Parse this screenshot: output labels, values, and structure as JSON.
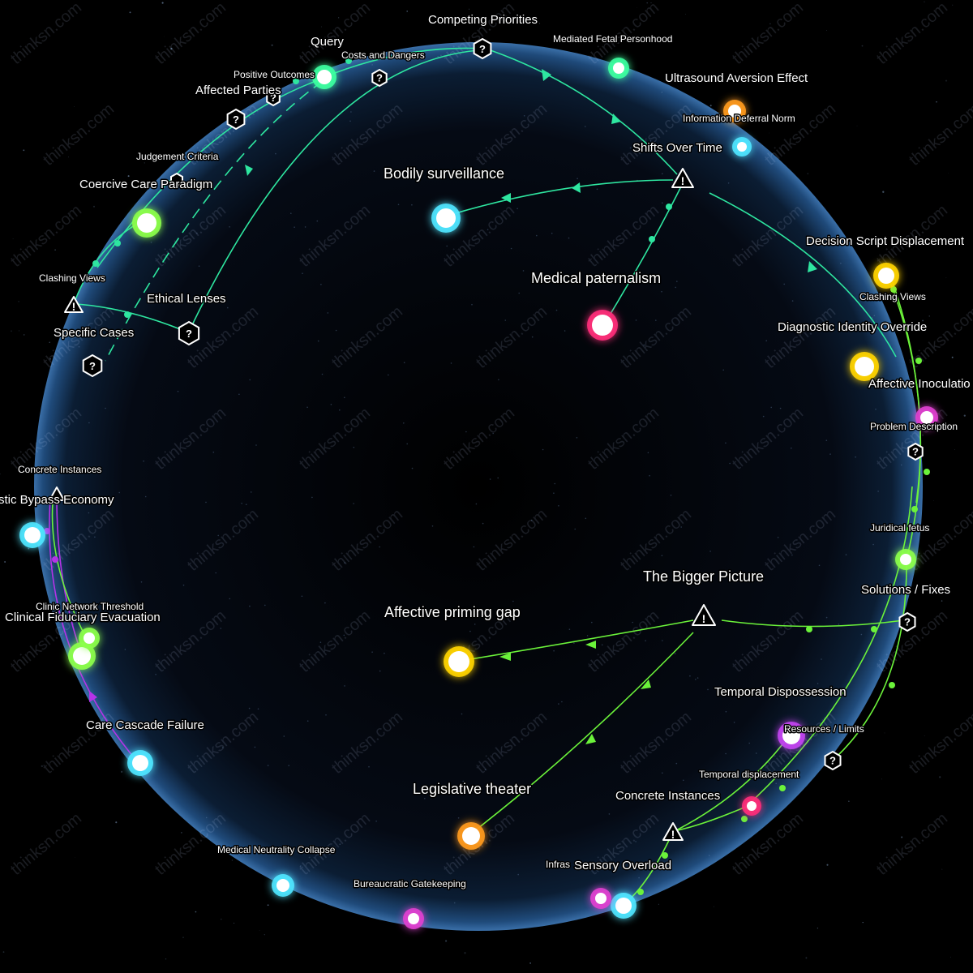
{
  "watermark": "thinksn.com",
  "colors": {
    "background": "#000000",
    "sphere_edge": "#3a6fa8",
    "link_teal": "#2ee6a0",
    "link_green": "#6bf23a",
    "link_purple": "#b533e8",
    "cyan": "#4fe6ff",
    "green": "#8cff4a",
    "mint": "#3dffa0",
    "pink": "#ff2d7a",
    "yellow": "#ffd400",
    "orange": "#ff9a1f",
    "purple": "#c244f0",
    "magenta": "#e040d0"
  },
  "nodes": {
    "bodily_surveillance": {
      "label": "Bodily surveillance",
      "color": "cyan"
    },
    "medical_paternalism": {
      "label": "Medical paternalism",
      "color": "pink"
    },
    "affective_priming_gap": {
      "label": "Affective priming gap",
      "color": "yellow"
    },
    "legislative_theater": {
      "label": "Legislative theater",
      "color": "orange"
    },
    "mediated_fetal_personhood": {
      "label": "Mediated Fetal Personhood",
      "color": "mint"
    },
    "ultrasound_aversion": {
      "label": "Ultrasound Aversion Effect",
      "color": "orange"
    },
    "information_deferral": {
      "label": "Information Deferral Norm",
      "color": "orange"
    },
    "shifts_over_time": {
      "label": "Shifts Over Time",
      "color": "cyan"
    },
    "decision_script": {
      "label": "Decision Script Displacement",
      "color": "yellow"
    },
    "clashing_views_right": {
      "label": "Clashing Views",
      "color": "yellow"
    },
    "diagnostic_identity": {
      "label": "Diagnostic Identity Override",
      "color": "yellow"
    },
    "affective_inoculation": {
      "label": "Affective Inoculatio",
      "color": "magenta"
    },
    "problem_description": {
      "label": "Problem Description",
      "color": "magenta"
    },
    "juridical_fetus": {
      "label": "Juridical fetus",
      "color": "green"
    },
    "solutions_fixes": {
      "label": "Solutions / Fixes",
      "color": "green"
    },
    "temporal_dispossession": {
      "label": "Temporal Dispossession",
      "color": "purple"
    },
    "resources_limits": {
      "label": "Resources / Limits",
      "color": "purple"
    },
    "temporal_displacement": {
      "label": "Temporal displacement",
      "color": "pink"
    },
    "concrete_instances_right": {
      "label": "Concrete Instances",
      "color": "pink"
    },
    "sensory_overload": {
      "label": "Sensory Overload",
      "color": "cyan"
    },
    "infras": {
      "label": "Infras",
      "color": "magenta"
    },
    "bureaucratic_gatekeeping": {
      "label": "Bureaucratic Gatekeeping",
      "color": "magenta"
    },
    "medical_neutrality_collapse": {
      "label": "Medical Neutrality Collapse",
      "color": "cyan"
    },
    "care_cascade_failure": {
      "label": "Care Cascade Failure",
      "color": "cyan"
    },
    "clinical_fiduciary": {
      "label": "Clinical Fiduciary Evacuation",
      "color": "green"
    },
    "clinic_network_threshold": {
      "label": "Clinic Network Threshold",
      "color": "green"
    },
    "bypass_economy": {
      "label": "stic Bypass Economy",
      "color": "cyan"
    },
    "concrete_instances_left": {
      "label": "Concrete Instances",
      "color": "purple"
    },
    "coercive_care": {
      "label": "Coercive Care Paradigm",
      "color": "green"
    },
    "judgement_criteria": {
      "label": "Judgement Criteria",
      "color": "green"
    },
    "query": {
      "label": "Query",
      "color": "mint"
    }
  },
  "hubs": {
    "the_bigger_picture": "The Bigger Picture",
    "competing_priorities": "Competing Priorities",
    "ethical_lenses": "Ethical Lenses",
    "specific_cases": "Specific Cases",
    "clashing_views_left": "Clashing Views",
    "affected_parties": "Affected Parties",
    "positive_outcomes": "Positive Outcomes",
    "costs_and_dangers": "Costs and Dangers"
  },
  "hub_glyphs": {
    "question": "?",
    "warning": "!"
  }
}
